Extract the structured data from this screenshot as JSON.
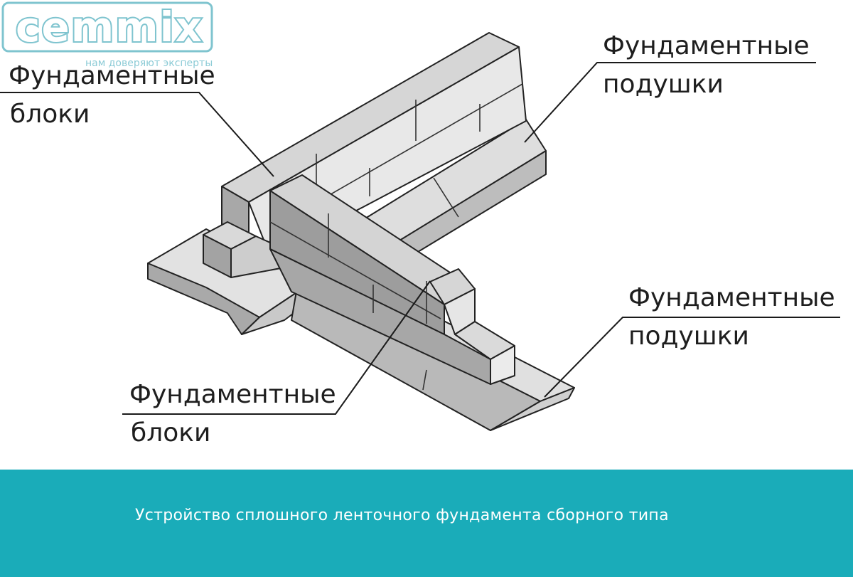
{
  "logo": {
    "word": "cemmix",
    "tagline": "нам доверяют эксперты"
  },
  "labels": [
    {
      "id": "blocks-top",
      "line1": "Фундаментные",
      "line2": "блоки"
    },
    {
      "id": "pads-top",
      "line1": "Фундаментные",
      "line2": "подушки"
    },
    {
      "id": "pads-right",
      "line1": "Фундаментные",
      "line2": "подушки"
    },
    {
      "id": "blocks-bottom",
      "line1": "Фундаментные",
      "line2": "блоки"
    }
  ],
  "caption": "Устройство сплошного ленточного фундамента сборного типа",
  "colors": {
    "caption_bar": "#1aacb9",
    "logo_outline": "#7fc4cf",
    "block_top": "#d8d8d8",
    "block_side": "#9a9a9a",
    "block_front": "#c4c4c4"
  }
}
